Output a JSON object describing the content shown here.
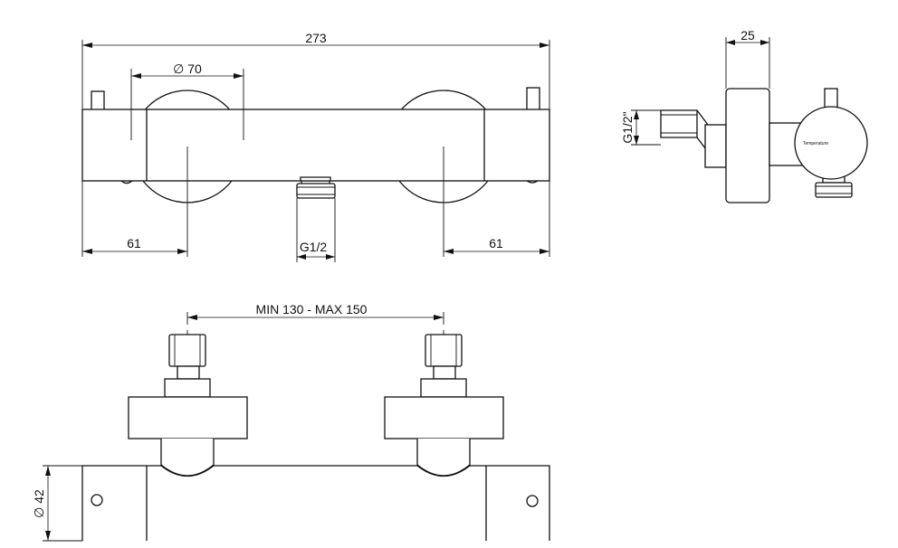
{
  "dimensions": {
    "overall_length": "273",
    "knob_diameter": "∅ 70",
    "left_offset": "61",
    "right_offset": "61",
    "outlet_thread": "G1/2",
    "side_depth": "25",
    "side_thread": "G1/2\"",
    "inlet_spacing": "MIN 130 - MAX 150",
    "body_diameter": "∅ 42"
  },
  "knob_marking": "Temperature"
}
